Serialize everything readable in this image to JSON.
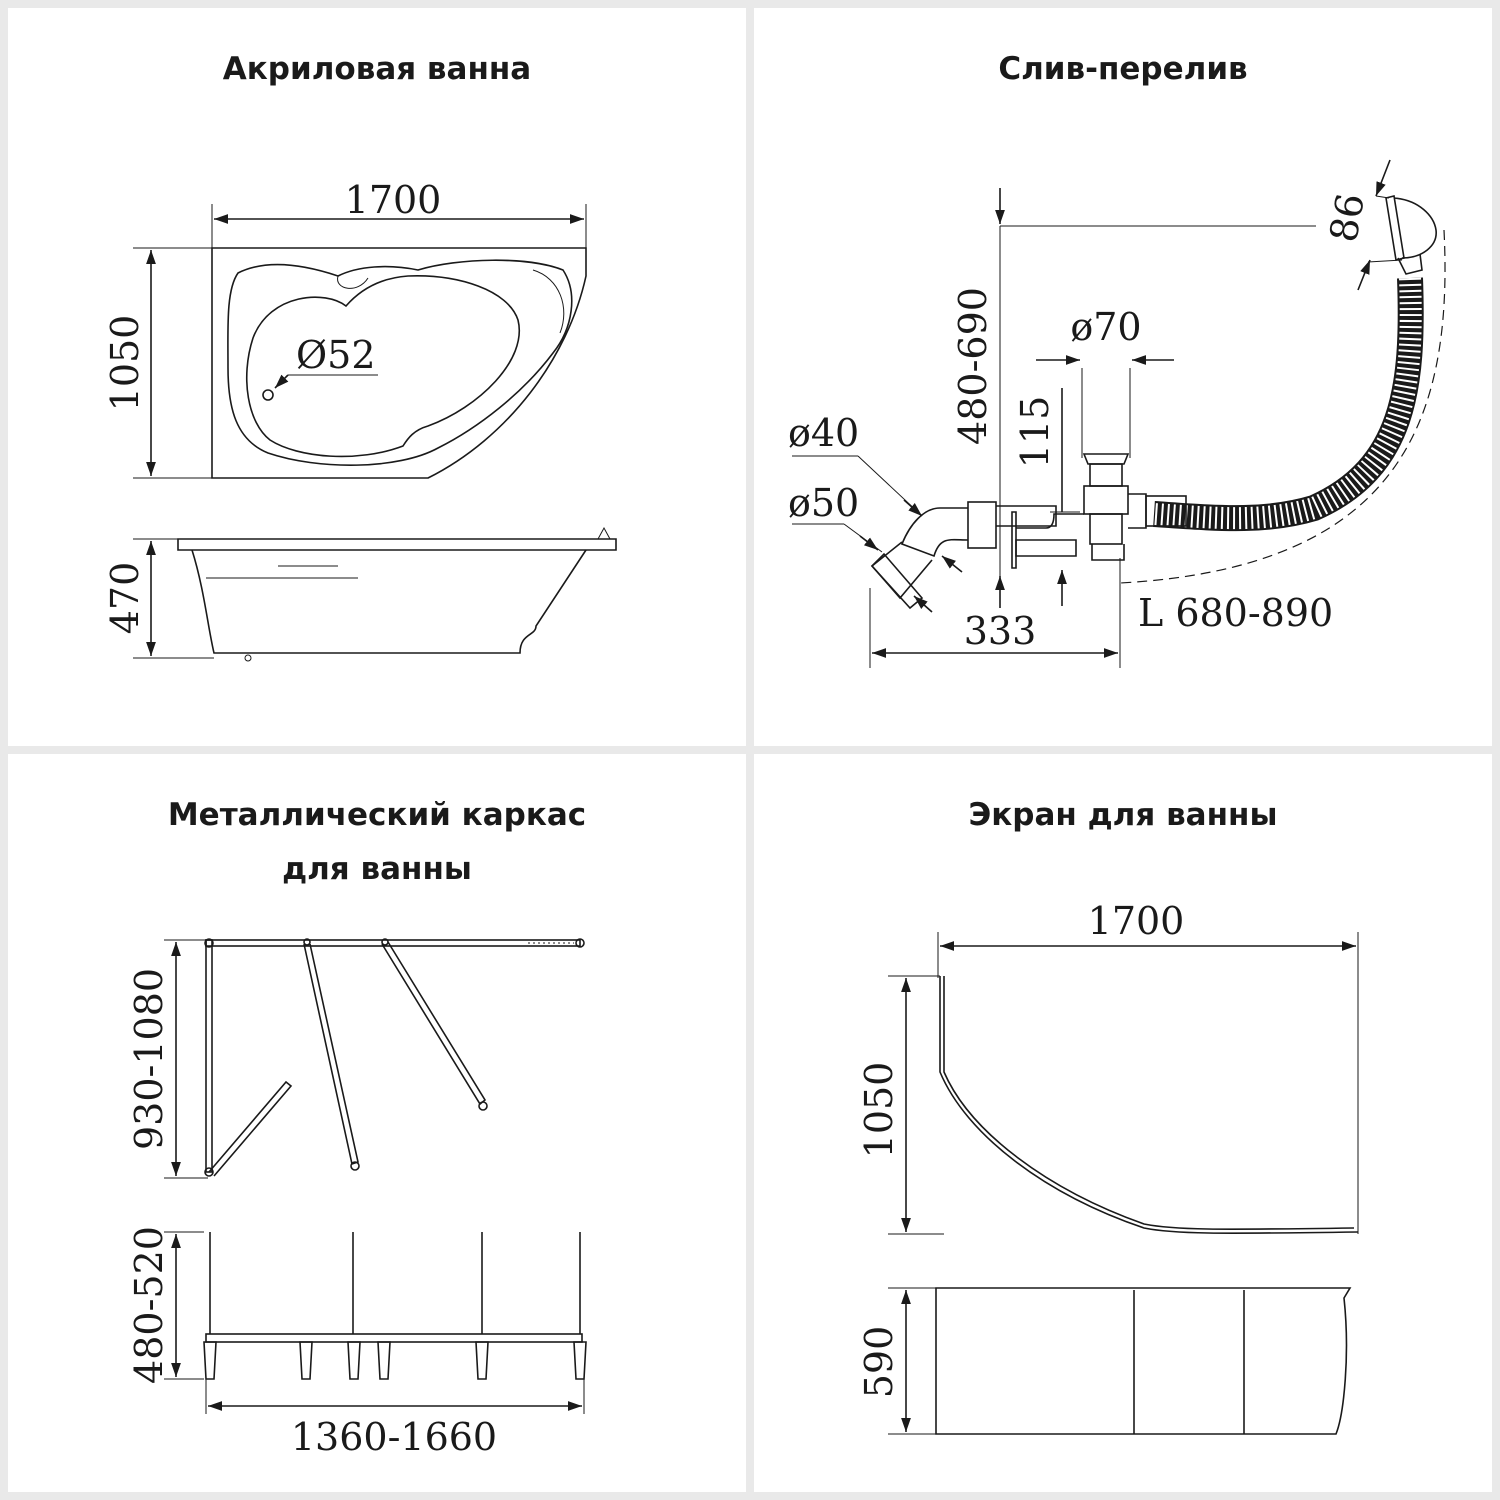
{
  "panels": {
    "bathtub": {
      "title": "Акриловая ванна",
      "dims": {
        "length": "1700",
        "width": "1050",
        "diameter": "Ø52",
        "height": "470"
      }
    },
    "drain": {
      "title": "Слив-перелив",
      "dims": {
        "overflow_size": "86",
        "height_range": "480-690",
        "d70": "ø70",
        "h115": "115",
        "d40": "ø40",
        "d50": "ø50",
        "w333": "333",
        "length_range": "L 680-890"
      }
    },
    "frame": {
      "title_line1": "Металлический каркас",
      "title_line2": "для ванны",
      "dims": {
        "width_range": "930-1080",
        "height_range": "480-520",
        "length_range": "1360-1660"
      }
    },
    "screen": {
      "title": "Экран для ванны",
      "dims": {
        "length": "1700",
        "width": "1050",
        "height": "590"
      }
    }
  },
  "colors": {
    "background": "#e9e9e9",
    "panel": "#ffffff",
    "ink": "#1a1a1a"
  }
}
